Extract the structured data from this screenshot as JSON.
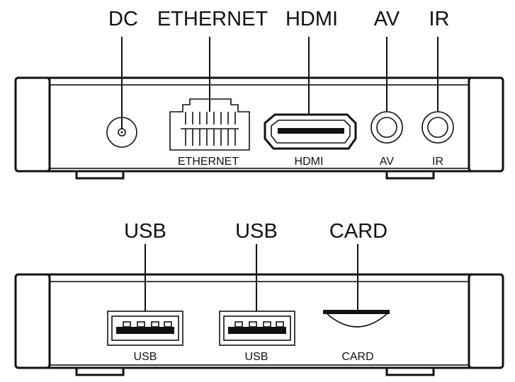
{
  "rear_panel": {
    "callouts": {
      "dc": "DC",
      "ethernet": "ETHERNET",
      "hdmi": "HDMI",
      "av": "AV",
      "ir": "IR"
    },
    "panel_labels": {
      "ethernet": "ETHERNET",
      "hdmi": "HDMI",
      "av": "AV",
      "ir": "IR"
    }
  },
  "side_panel": {
    "callouts": {
      "usb1": "USB",
      "usb2": "USB",
      "card": "CARD"
    },
    "panel_labels": {
      "usb1": "USB",
      "usb2": "USB",
      "card": "CARD"
    }
  },
  "colors": {
    "ink": "#111111",
    "background": "#ffffff"
  }
}
